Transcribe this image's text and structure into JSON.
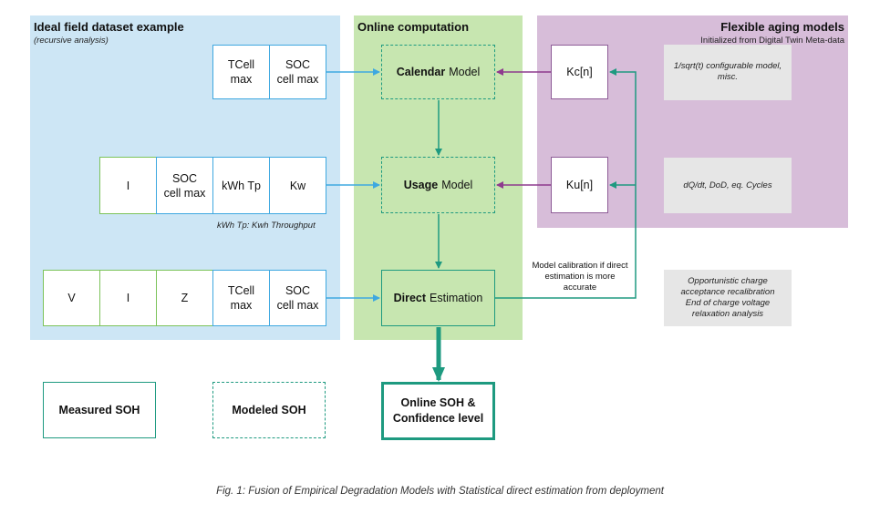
{
  "panels": {
    "dataset": {
      "title": "Ideal field dataset example",
      "subtitle": "(recursive analysis)",
      "color": "#cde6f5"
    },
    "online": {
      "title": "Online computation",
      "color": "#c7e6b0"
    },
    "aging": {
      "title": "Flexible aging models",
      "subtitle": "Initialized from Digital Twin Meta-data",
      "color": "#d7bdd9"
    }
  },
  "row1": [
    "TCell\nmax",
    "SOC\ncell max"
  ],
  "row2": [
    "I",
    "SOC\ncell max",
    "kWh Tp",
    "Kw"
  ],
  "row2_note": "kWh Tp: Kwh Throughput",
  "row3": [
    "V",
    "I",
    "Z",
    "TCell\nmax",
    "SOC\ncell max"
  ],
  "models": {
    "calendar": {
      "bold": "Calendar",
      "rest": "Model"
    },
    "usage": {
      "bold": "Usage",
      "rest": "Model"
    },
    "direct": {
      "bold": "Direct",
      "rest": "Estimation"
    }
  },
  "aging_boxes": {
    "kc": "Kc[n]",
    "ku": "Ku[n]"
  },
  "aging_notes": {
    "calendar": "1/sqrt(t) configurable model,\nmisc.",
    "usage": "dQ/dt, DoD, eq. Cycles",
    "direct": "Opportunistic charge\nacceptance recalibration\nEnd of charge voltage\nrelaxation analysis"
  },
  "calibration_label": "Model calibration if direct\nestimation is more\naccurate",
  "legend": {
    "measured": "Measured SOH",
    "modeled": "Modeled SOH"
  },
  "output": "Online SOH &\nConfidence level",
  "caption": "Fig. 1: Fusion of Empirical Degradation Models with Statistical direct estimation from deployment",
  "colors": {
    "teal": "#1e9a80",
    "purple": "#8e3a8e",
    "blue": "#3ea8e0"
  }
}
